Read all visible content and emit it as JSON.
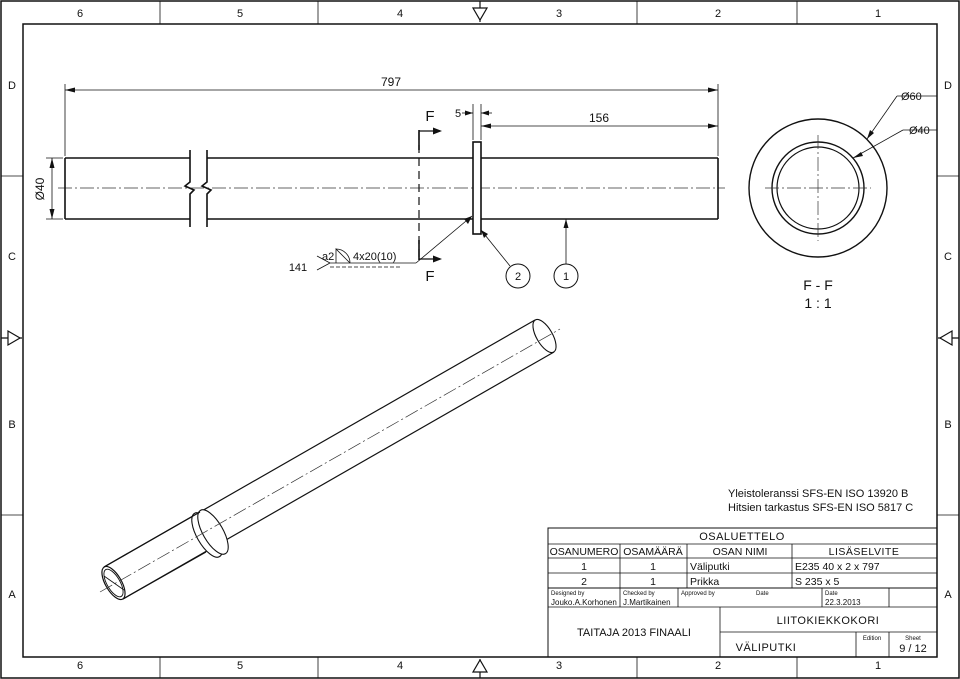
{
  "frame": {
    "cols_top": [
      "6",
      "5",
      "4",
      "3",
      "2",
      "1"
    ],
    "cols_bottom": [
      "6",
      "5",
      "4",
      "3",
      "2",
      "1"
    ],
    "rows_left": [
      "D",
      "C",
      "B",
      "A"
    ],
    "rows_right": [
      "D",
      "C",
      "B",
      "A"
    ]
  },
  "front_view": {
    "dim_length": "797",
    "dim_diameter": "Ø40",
    "dim_washer_thickness": "5",
    "dim_washer_position": "156",
    "section_label_top": "F",
    "section_label_bottom": "F",
    "weld_process": "141",
    "weld_throat": "a2",
    "weld_spec": "4x20(10)",
    "balloon_1": "1",
    "balloon_2": "2"
  },
  "section_view": {
    "dim_outer": "Ø60",
    "dim_inner": "Ø40",
    "title": "F - F",
    "scale": "1 : 1"
  },
  "notes": {
    "line1": "Yleistoleranssi SFS-EN ISO 13920 B",
    "line2": "Hitsien tarkastus SFS-EN ISO 5817 C"
  },
  "parts_list": {
    "title": "OSALUETTELO",
    "headers": [
      "OSANUMERO",
      "OSAMÄÄRÄ",
      "OSAN NIMI",
      "LISÄSELVITE"
    ],
    "rows": [
      [
        "1",
        "1",
        "Väliputki",
        "E235 40 x 2 x 797"
      ],
      [
        "2",
        "1",
        "Prikka",
        "S 235 x 5"
      ]
    ]
  },
  "title_block": {
    "designed_by_label": "Designed by",
    "checked_by_label": "Checked by",
    "approved_by_label": "Approved by",
    "date_label_1": "Date",
    "date_label_2": "Date",
    "designer": "Jouko.A.Korhonen",
    "checker": "J.Martikainen",
    "date": "22.3.2013",
    "project": "TAITAJA 2013 FINAALI",
    "assembly": "LIITOKIEKKOKORI",
    "drawing_title": "VÄLIPUTKI",
    "edition_label": "Edition",
    "sheet_label": "Sheet",
    "sheet": "9 / 12"
  }
}
